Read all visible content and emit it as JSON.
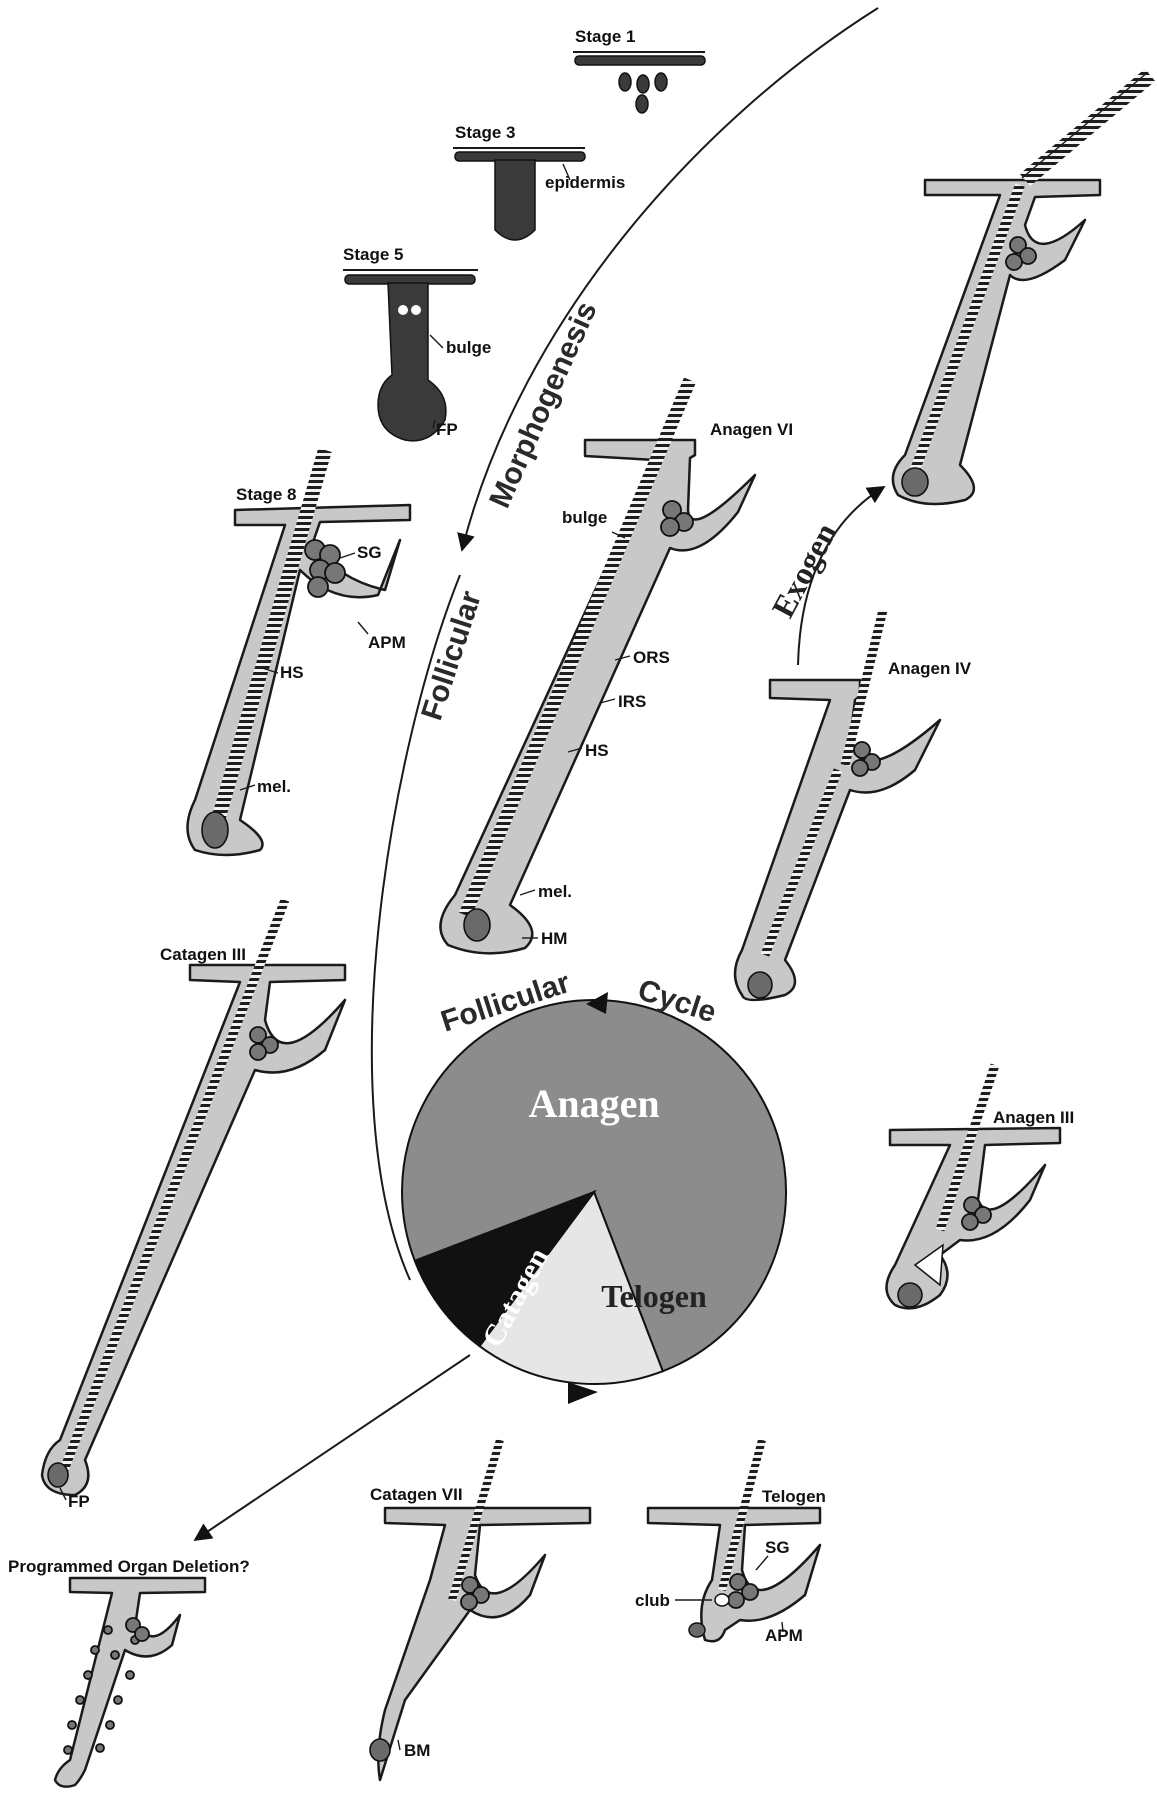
{
  "labels": {
    "stage1": "Stage 1",
    "stage3": "Stage 3",
    "stage5": "Stage 5",
    "stage8": "Stage 8",
    "epidermis": "epidermis",
    "bulge_s5": "bulge",
    "fp_s5": "FP",
    "sg_s8": "SG",
    "apm_s8": "APM",
    "hs_s8": "HS",
    "mel_s8": "mel.",
    "anagen6": "Anagen VI",
    "bulge_a6": "bulge",
    "ors": "ORS",
    "irs": "IRS",
    "hs_a6": "HS",
    "mel_a6": "mel.",
    "hm": "HM",
    "anagen4": "Anagen IV",
    "anagen3": "Anagen III",
    "catagen3": "Catagen III",
    "fp_c3": "FP",
    "catagen7": "Catagen VII",
    "bm": "BM",
    "telogen_f": "Telogen",
    "sg_t": "SG",
    "club": "club",
    "apm_t": "APM",
    "pod": "Programmed Organ Deletion?",
    "morphogenesis": "Morphogenesis",
    "follicular_m": "Follicular",
    "exogen": "Exogen",
    "cycle_follicular": "Follicular",
    "cycle": "Cycle"
  },
  "chart_data": {
    "type": "pie",
    "slices": [
      {
        "label": "Anagen",
        "value": 75,
        "color": "#8c8c8c"
      },
      {
        "label": "Telogen",
        "value": 16,
        "color": "#e6e6e6"
      },
      {
        "label": "Catagen",
        "value": 9,
        "color": "#111111"
      }
    ]
  },
  "colors": {
    "skin": "#c8c8c8",
    "hair": "#2e2e2e",
    "anagen_slice": "#8c8c8c",
    "telogen_slice": "#e6e6e6",
    "catagen_slice": "#111111"
  }
}
